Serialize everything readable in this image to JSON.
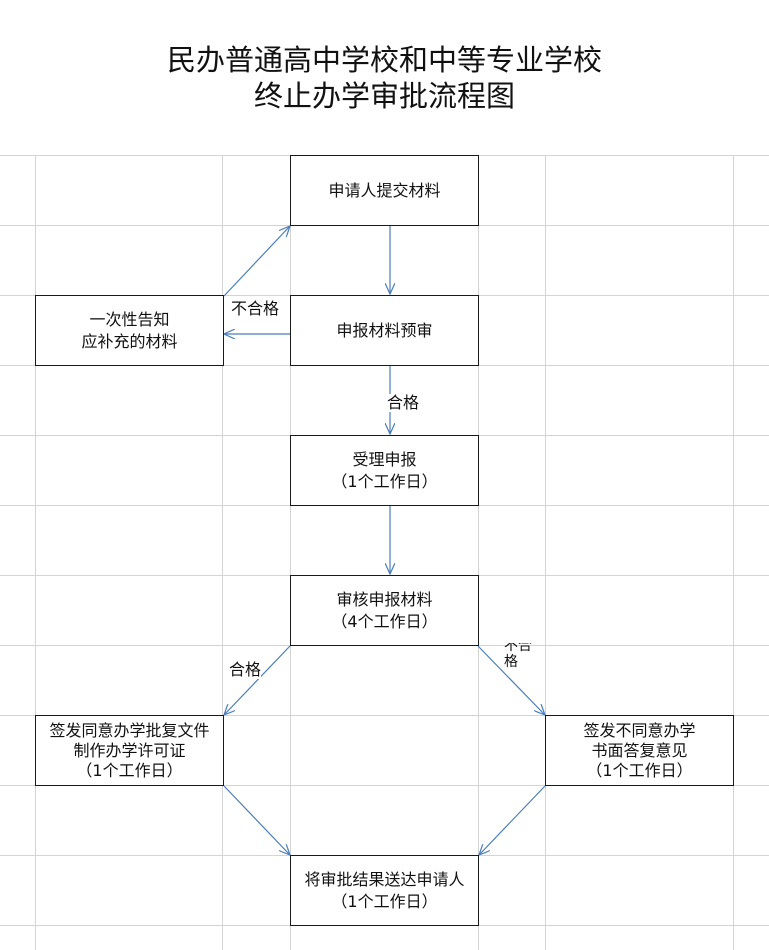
{
  "title": {
    "line1": "民办普通高中学校和中等专业学校",
    "line2": "终止办学审批流程图"
  },
  "nodes": {
    "submit": {
      "line1": "申请人提交材料"
    },
    "precheck": {
      "line1": "申报材料预审"
    },
    "supplement": {
      "line1": "一次性告知",
      "line2": "应补充的材料"
    },
    "accept": {
      "line1": "受理申报",
      "line2": "（1个工作日）"
    },
    "review": {
      "line1": "审核申报材料",
      "line2": "（4个工作日）"
    },
    "approve": {
      "line1": "签发同意办学批复文件",
      "line2": "制作办学许可证",
      "line3": "（1个工作日）"
    },
    "reject": {
      "line1": "签发不同意办学",
      "line2": "书面答复意见",
      "line3": "（1个工作日）"
    },
    "deliver": {
      "line1": "将审批结果送达申请人",
      "line2": "（1个工作日）"
    }
  },
  "edge_labels": {
    "precheck_fail": "不合格",
    "precheck_pass": "合格",
    "review_pass": "合格",
    "review_fail_1": "不合",
    "review_fail_2": "格"
  },
  "colors": {
    "arrow": "#4a7ebb",
    "grid": "#d4d4d4",
    "border": "#1a1a1a"
  }
}
